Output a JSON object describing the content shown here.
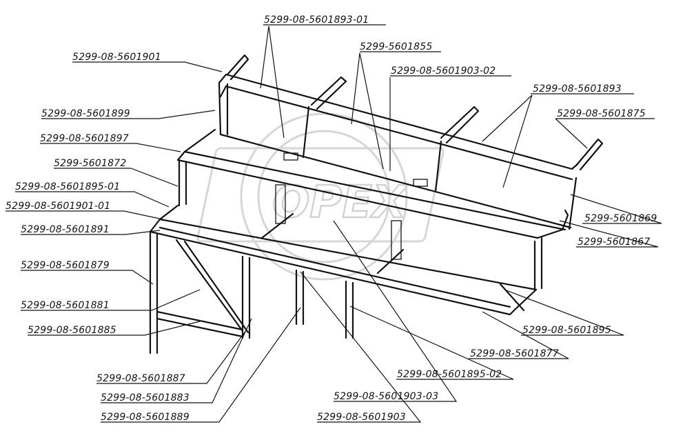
{
  "watermark": {
    "text": "OPEX"
  },
  "labels": [
    {
      "id": "l1",
      "text": "5299-08-5601893-01"
    },
    {
      "id": "l2",
      "text": "5299-08-5601901"
    },
    {
      "id": "l3",
      "text": "5299-5601855"
    },
    {
      "id": "l4",
      "text": "5299-08-5601903-02"
    },
    {
      "id": "l5",
      "text": "5299-08-5601893"
    },
    {
      "id": "l6",
      "text": "5299-08-5601899"
    },
    {
      "id": "l7",
      "text": "5299-08-5601875"
    },
    {
      "id": "l8",
      "text": "5299-08-5601897"
    },
    {
      "id": "l9",
      "text": "5299-5601872"
    },
    {
      "id": "l10",
      "text": "5299-08-5601895-01"
    },
    {
      "id": "l11",
      "text": "5299-08-5601901-01"
    },
    {
      "id": "l12",
      "text": "5299-5601869"
    },
    {
      "id": "l13",
      "text": "5299-08-5601891"
    },
    {
      "id": "l14",
      "text": "5299-5601867"
    },
    {
      "id": "l15",
      "text": "5299-08-5601879"
    },
    {
      "id": "l16",
      "text": "5299-08-5601881"
    },
    {
      "id": "l17",
      "text": "5299-08-5601895"
    },
    {
      "id": "l18",
      "text": "5299-08-5601885"
    },
    {
      "id": "l19",
      "text": "5299-08-5601877"
    },
    {
      "id": "l20",
      "text": "5299-08-5601887"
    },
    {
      "id": "l21",
      "text": "5299-08-5601895-02"
    },
    {
      "id": "l22",
      "text": "5299-08-5601883"
    },
    {
      "id": "l23",
      "text": "5299-08-5601903-03"
    },
    {
      "id": "l24",
      "text": "5299-08-5601889"
    },
    {
      "id": "l25",
      "text": "5299-08-5601903"
    }
  ]
}
